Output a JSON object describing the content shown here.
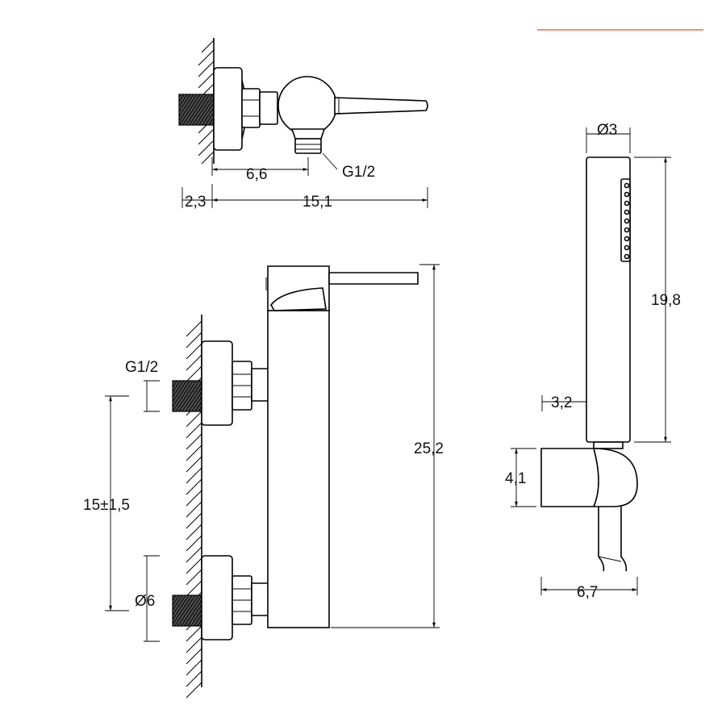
{
  "accent_color": "#e8947a",
  "labels": {
    "top_thread": "G1/2",
    "top_depth": "6,6",
    "top_wall_offset": "2,3",
    "top_length": "15,1",
    "front_thread": "G1/2",
    "front_spacing": "15±1,5",
    "front_diameter": "Ø6",
    "front_height": "25,2",
    "shower_diameter": "Ø3",
    "shower_length": "19,8",
    "shower_offset": "3,2",
    "holder_height": "4,1",
    "holder_width": "6,7"
  }
}
